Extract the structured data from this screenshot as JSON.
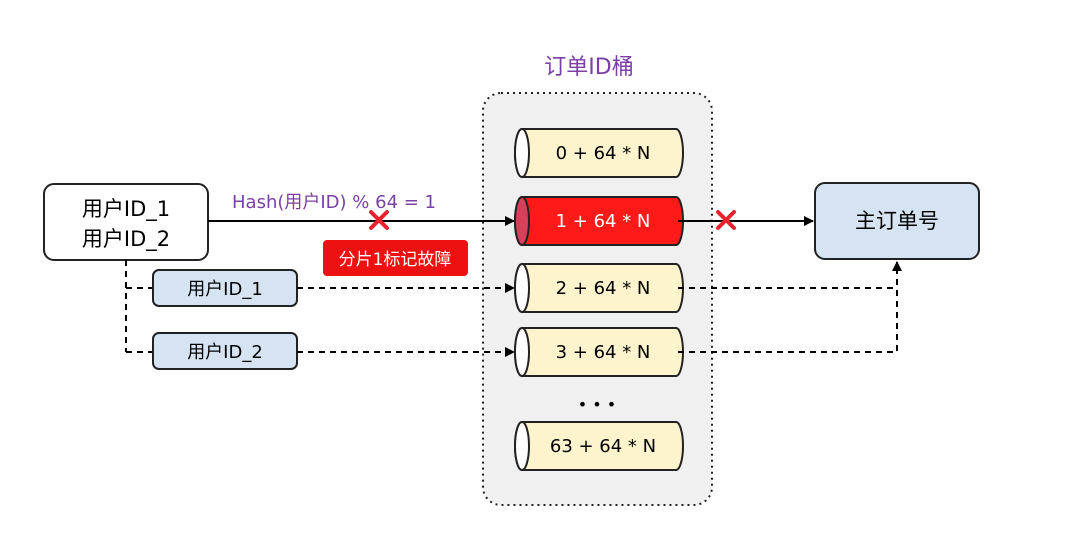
{
  "bucket_group": {
    "title": "订单ID桶",
    "title_color": "#7b3fa6",
    "background": "#f0f0f0"
  },
  "source": {
    "line1": "用户ID_1",
    "line2": "用户ID_2"
  },
  "hash_label": {
    "text": "Hash(用户ID) % 64 = 1",
    "color": "#7b3fa6"
  },
  "fault_badge": {
    "text": "分片1标记故障",
    "color": "#ee1111"
  },
  "reroute": [
    {
      "label": "用户ID_1"
    },
    {
      "label": "用户ID_2"
    }
  ],
  "buckets": [
    {
      "label": "0 + 64 * N",
      "status": "normal"
    },
    {
      "label": "1 + 64 * N",
      "status": "failed"
    },
    {
      "label": "2 + 64 * N",
      "status": "normal"
    },
    {
      "label": "3 + 64 * N",
      "status": "normal"
    },
    {
      "label": "63 + 64 * N",
      "status": "normal"
    }
  ],
  "ellipsis": "• • •",
  "target": {
    "label": "主订单号"
  },
  "colors": {
    "bucket_fill": "#fdf3cc",
    "bucket_failed": "#ff1a1a",
    "light_blue": "#d5e3f3",
    "cross": "#e8232d"
  }
}
